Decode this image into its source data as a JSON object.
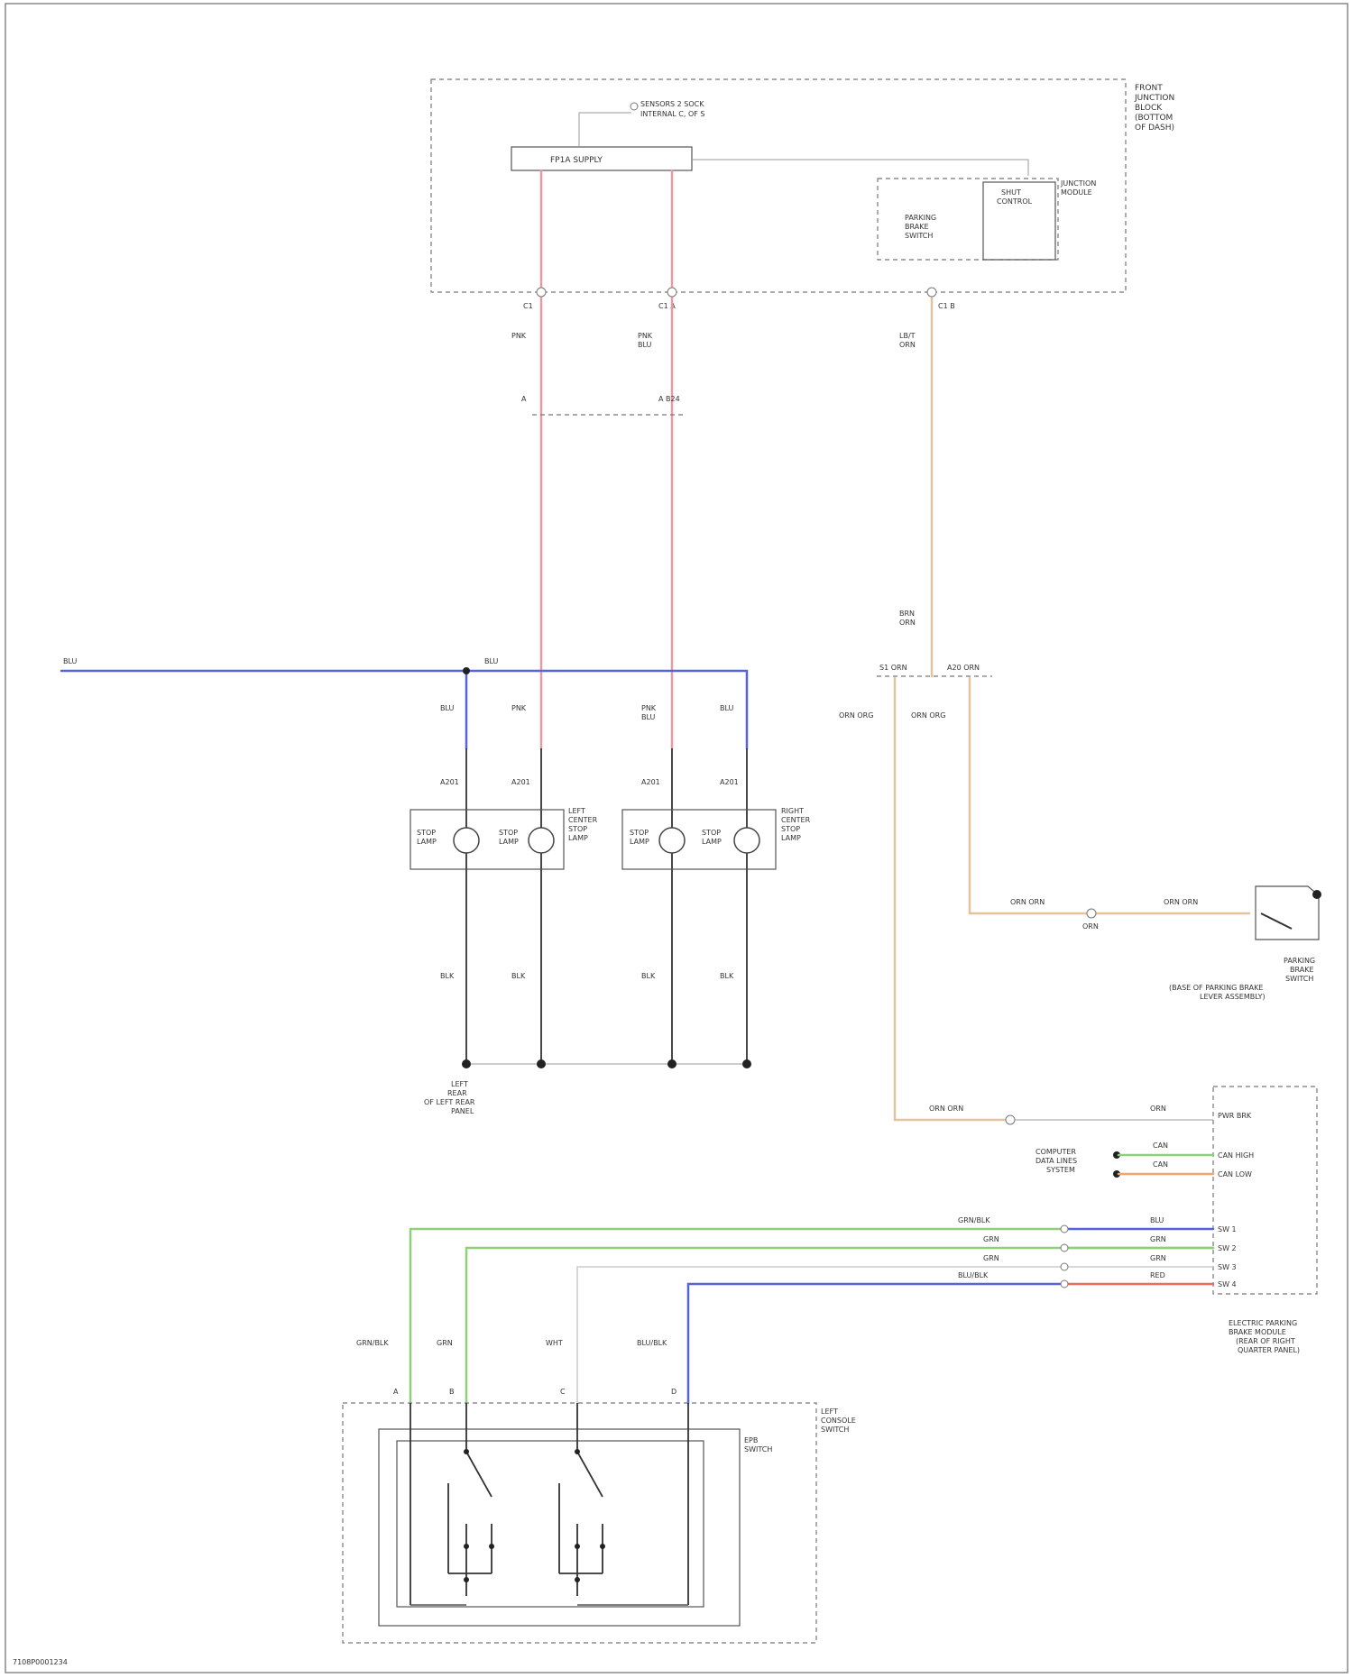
{
  "colors": {
    "pink": "#e89aa3",
    "blue": "#5563d8",
    "tan": "#e3c49a",
    "green": "#8fcf7a",
    "orange": "#f3a56b",
    "red": "#ee6b5b",
    "gray": "#555555"
  },
  "labels": {
    "fuse_block": "FRONT\nJUNCTION\nBLOCK\n(BOTTOM\nOF DASH)",
    "fuse_note": "SENSORS 2 SOCK\nINTERNAL C, OF S",
    "fuse_relay": "FP1A SUPPLY",
    "ecm_relay": "SHUT\nCONTROL",
    "ecm_sub": "PARKING\nBRAKE\nSWITCH",
    "fuse_module": "JUNCTION\nMODULE",
    "conn_1": "C1",
    "conn_2": "C1 A",
    "conn_3": "C1 B",
    "wire_pnk": "PNK",
    "wire_pnkblu": "PNK\nBLU",
    "wire_tan": "LB/T\nORN",
    "inline_a": "A",
    "inline_b": "A  B24",
    "wire_tan2": "BRN\nORN",
    "splice_1": "S1 ORN",
    "splice_2": "A20 ORN",
    "tan_left": "ORN ORG",
    "tan_right": "ORN ORG",
    "blu_left": "BLU",
    "blu_mid": "BLU",
    "lamp_1": "STOP\nLAMP",
    "lamp_2": "STOP\nLAMP",
    "lamp_3": "STOP\nLAMP",
    "lamp_4": "STOP\nLAMP",
    "lamp_right_1": "LEFT\nCENTER\nSTOP\nLAMP",
    "lamp_right_2": "RIGHT\nCENTER\nSTOP\nLAMP",
    "wire_blu_top": "BLU",
    "wire_pnk_top": "PNK",
    "wire_pnkblu_top": "PNK\nBLU",
    "wire_blu_r": "BLU",
    "lamp_pin_1": "A201",
    "lamp_pin_2": "A201",
    "lamp_pin_3": "A201",
    "lamp_pin_4": "A201",
    "lamp_gnd_1": "BLK",
    "lamp_gnd_2": "BLK",
    "lamp_gnd_3": "BLK",
    "lamp_gnd_4": "BLK",
    "ground": "LEFT\nREAR\nOF LEFT REAR\nPANEL",
    "brake_sw_wire_l": "ORN ORN",
    "brake_sw_wire_r": "ORN ORN",
    "brake_sw_pin": "ORN",
    "brake_switch": "PARKING\nBRAKE\nSWITCH\n(BASE OF PARKING BRAKE\nLEVER ASSEMBLY)",
    "epb_wire": "ORN ORN",
    "epb_in": "ORN",
    "epb_pin": "PWR BRK",
    "can_left": "COMPUTER\nDATA LINES\nSYSTEM",
    "can_1": "CAN",
    "can_2": "CAN",
    "can_hi": "CAN HIGH",
    "can_lo": "CAN LOW",
    "sig_1": "GRN/BLK",
    "sig_2": "GRN",
    "sig_3": "GRN",
    "sig_4": "BLU/BLK",
    "sig_r1": "BLU",
    "sig_r2": "GRN",
    "sig_r3": "GRN",
    "sig_r4": "RED",
    "sig_p1": "SW 1",
    "sig_p2": "SW 2",
    "sig_p3": "SW 3",
    "sig_p4": "SW 4",
    "epb_module": "ELECTRIC PARKING\nBRAKE MODULE\n(REAR OF RIGHT\nQUARTER PANEL)",
    "sw_wire_1": "GRN/BLK",
    "sw_wire_2": "GRN",
    "sw_wire_3": "WHT",
    "sw_wire_4": "BLU/BLK",
    "sw_pin_1": "A",
    "sw_pin_2": "B",
    "sw_pin_3": "C",
    "sw_pin_4": "D",
    "switch_outer": "LEFT\nCONSOLE\nSWITCH",
    "switch_inner": "EPB\nSWITCH",
    "footer": "7108P0001234"
  }
}
